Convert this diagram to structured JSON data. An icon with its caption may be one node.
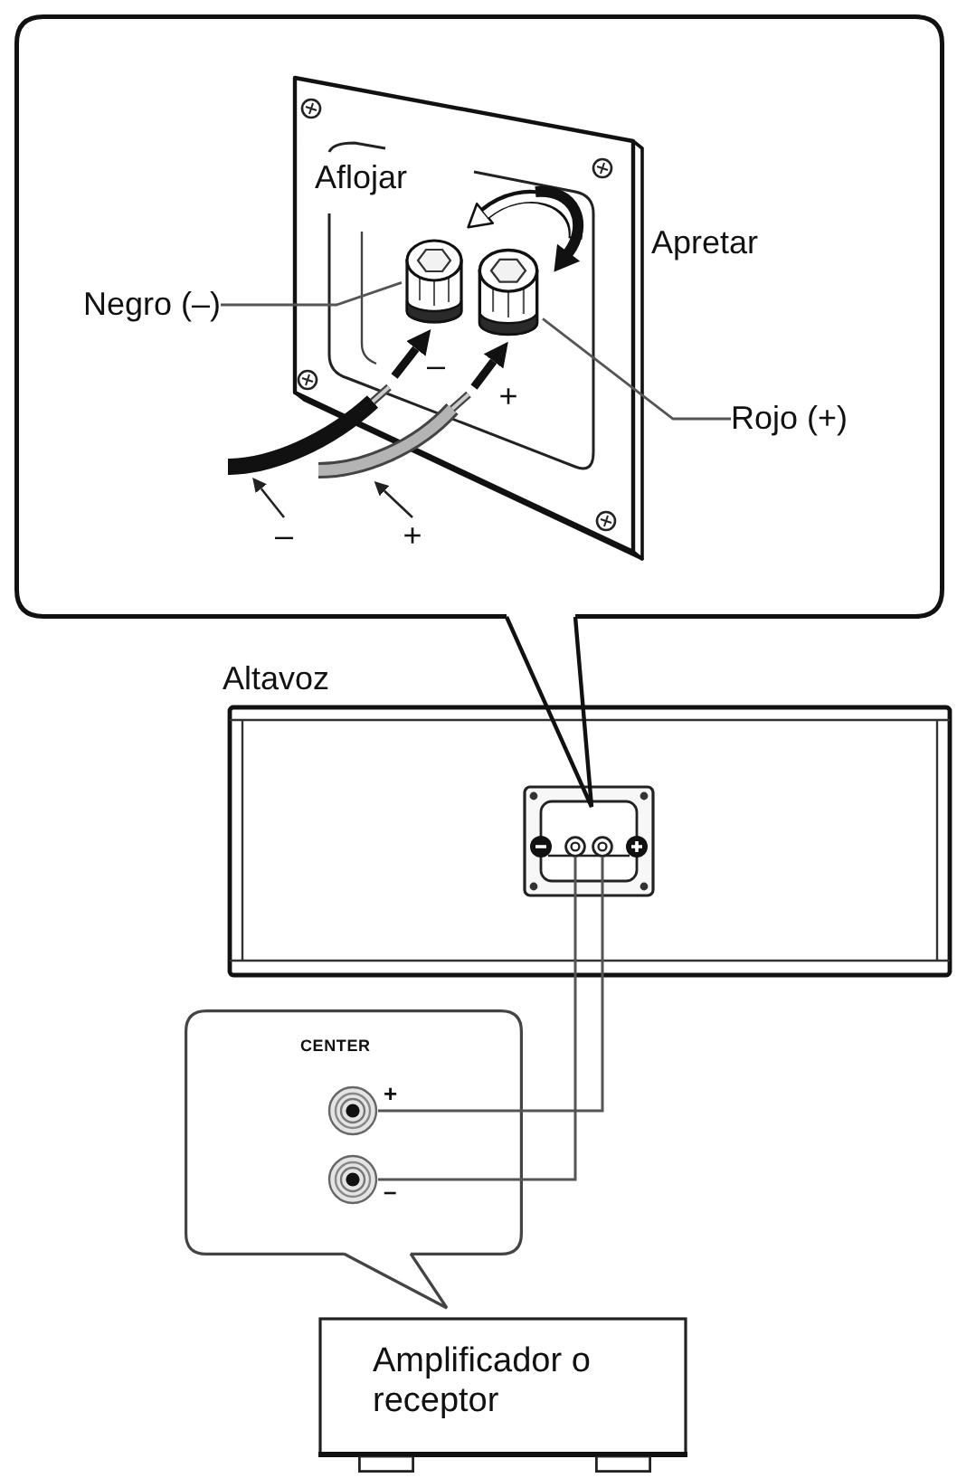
{
  "diagram": {
    "nodes": [
      {
        "text": [],
        "shape": "box"
      },
      {
        "text": [
          "Negro (–)"
        ],
        "in": 0
      },
      {
        "text": [],
        "shape": "picture",
        "in": 0
      },
      {
        "text": [],
        "shape": "picture",
        "in": 0
      },
      {
        "text": [
          "Rojo (+)"
        ],
        "in": 0
      },
      {
        "text": [],
        "shape": "picture",
        "in": 0
      },
      {
        "text": [],
        "shape": "picture",
        "in": 0
      },
      {
        "text": [
          "–"
        ],
        "in": 0
      },
      {
        "text": [
          "+"
        ],
        "in": 0
      },
      {
        "text": [
          "Altavoz"
        ]
      },
      {
        "text": [],
        "shape": "circle",
        "in": 9
      },
      {
        "text": [],
        "shape": "circle",
        "in": 9
      },
      {
        "text": [
          "CENTER"
        ]
      },
      {
        "text": [],
        "shape": "circle",
        "in": 12,
        "beside": [
          "+"
        ]
      },
      {
        "text": [],
        "shape": "circle",
        "in": 12,
        "beside": [
          "–"
        ]
      },
      {
        "text": [
          "Amplificador o receptor"
        ]
      }
    ],
    "edges": [
      {
        "from": 1,
        "to": 2,
        "arrow": "none"
      },
      {
        "from": 4,
        "to": 3,
        "arrow": "none"
      },
      {
        "from": 5,
        "to": 2,
        "arrow": "to",
        "style": "thick"
      },
      {
        "from": 6,
        "to": 3,
        "arrow": "to",
        "style": "thick"
      },
      {
        "from": 7,
        "to": 5,
        "arrow": "to"
      },
      {
        "from": 8,
        "to": 6,
        "arrow": "to"
      },
      {
        "from": 10,
        "to": 14,
        "arrow": "none"
      },
      {
        "from": 11,
        "to": 13,
        "arrow": "none"
      }
    ],
    "labels": [
      "Aflojar",
      "Apretar",
      "–",
      "+"
    ]
  }
}
